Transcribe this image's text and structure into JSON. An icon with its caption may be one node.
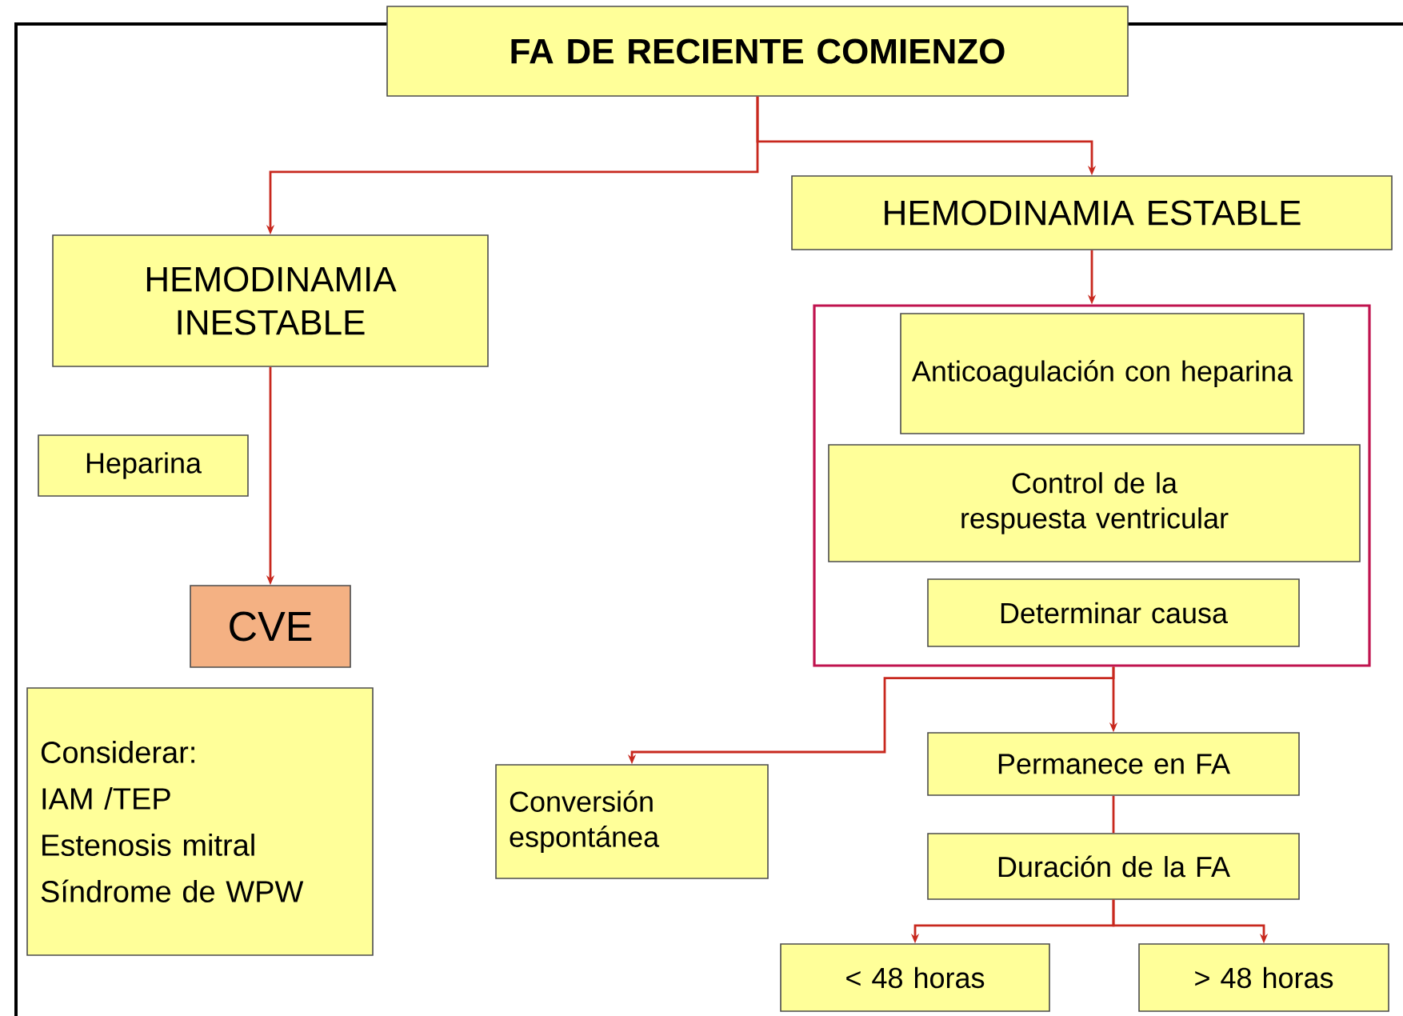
{
  "diagram": {
    "nodes": [
      {
        "text": [
          "FA DE RECIENTE COMIENZO"
        ]
      },
      {
        "text": [
          "HEMODINAMIA INESTABLE"
        ]
      },
      {
        "text": [
          "HEMODINAMIA ESTABLE"
        ]
      },
      {
        "text": [
          "Heparina"
        ]
      },
      {
        "text": [
          "CVE"
        ]
      },
      {
        "text": [
          "Considerar:",
          "IAM /TEP",
          "Estenosis mitral",
          "Síndrome de WPW"
        ]
      },
      {
        "text": [],
        "shape": "box"
      },
      {
        "text": [
          "Anticoagulación con heparina"
        ],
        "in": 6
      },
      {
        "text": [
          "Control de la respuesta ventricular"
        ],
        "in": 6
      },
      {
        "text": [
          "Determinar causa"
        ],
        "in": 6
      },
      {
        "text": [
          "Conversión espontánea"
        ]
      },
      {
        "text": [
          "Permanece en FA"
        ]
      },
      {
        "text": [
          "Duración de la FA"
        ]
      },
      {
        "text": [
          "< 48 horas"
        ]
      },
      {
        "text": [
          "> 48 horas"
        ]
      }
    ],
    "edges": [
      {
        "from": 0,
        "to": 1,
        "arrow": "to"
      },
      {
        "from": 0,
        "to": 2,
        "arrow": "to"
      },
      {
        "from": 1,
        "to": 4,
        "arrow": "to"
      },
      {
        "from": 2,
        "to": 6,
        "arrow": "to"
      },
      {
        "from": 6,
        "to": 10,
        "arrow": "to"
      },
      {
        "from": 6,
        "to": 11,
        "arrow": "to"
      },
      {
        "from": 11,
        "to": 12,
        "arrow": "none"
      },
      {
        "from": 12,
        "to": 13,
        "arrow": "to"
      },
      {
        "from": 12,
        "to": 14,
        "arrow": "to"
      }
    ]
  }
}
